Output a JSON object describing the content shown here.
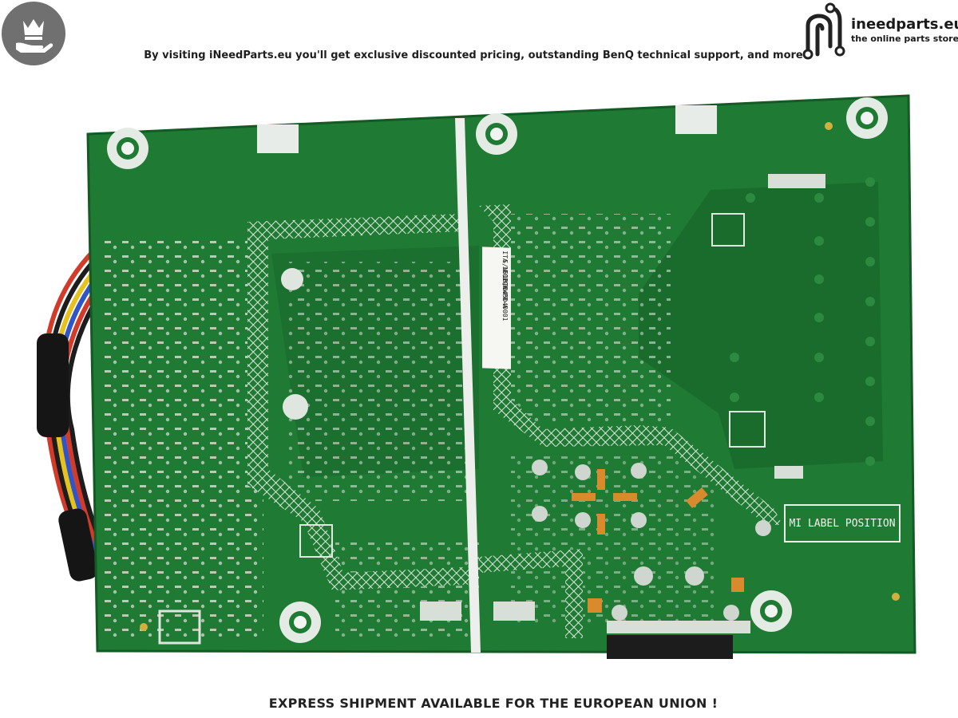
{
  "header": {
    "badge_icon": "crown-hand-icon",
    "tagline": "By visiting iNeedParts.eu you'll get exclusive discounted pricing, outstanding BenQ technical support, and more",
    "logo_icon": "circuit-n-logo-icon",
    "logo_name": "ineedparts.eu",
    "logo_slogan": "the online parts store"
  },
  "photo": {
    "subject": "pcb-power-board-photo",
    "board_label": "MI LABEL POSITION",
    "sticker_line1": "ITA 1601QWW",
    "sticker_line2": "S/N:1BT145D40001",
    "sticker_line3": "TOP-A PR-A"
  },
  "footer": {
    "text": "EXPRESS SHIPMENT AVAILABLE FOR THE EUROPEAN UNION !"
  },
  "colors": {
    "board": "#1f7a33",
    "board_dark": "#175f27",
    "silk": "#e9f0e9",
    "badge": "#707070"
  }
}
